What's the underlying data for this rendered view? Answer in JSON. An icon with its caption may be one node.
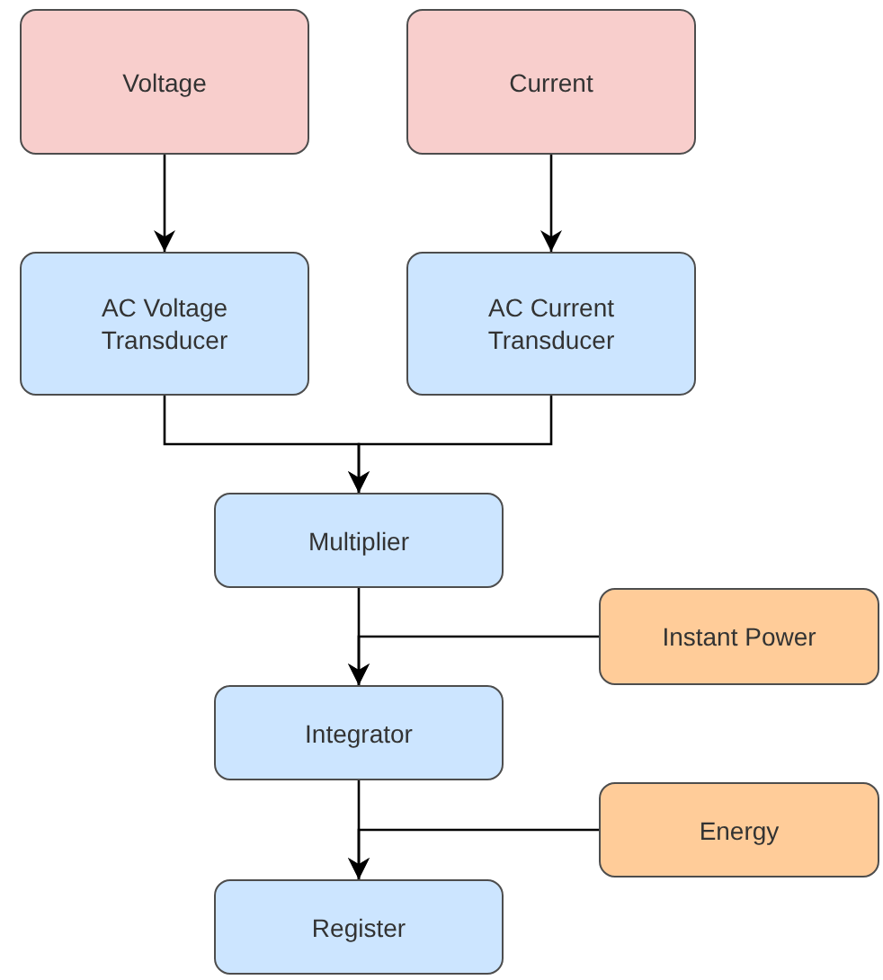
{
  "diagram": {
    "nodes": [
      {
        "text": [
          "Voltage"
        ]
      },
      {
        "text": [
          "Current"
        ]
      },
      {
        "text": [
          "AC Voltage Transducer"
        ]
      },
      {
        "text": [
          "AC Current Transducer"
        ]
      },
      {
        "text": [
          "Multiplier"
        ]
      },
      {
        "text": [
          "Instant Power"
        ]
      },
      {
        "text": [
          "Integrator"
        ]
      },
      {
        "text": [
          "Energy"
        ]
      },
      {
        "text": [
          "Register"
        ]
      }
    ],
    "edges": [
      {
        "from": 0,
        "to": 2,
        "arrow": "to"
      },
      {
        "from": 1,
        "to": 3,
        "arrow": "to"
      },
      {
        "from": 2,
        "to": 4,
        "arrow": "to"
      },
      {
        "from": 3,
        "to": 4,
        "arrow": "to"
      },
      {
        "from": 4,
        "to": 6,
        "arrow": "to"
      },
      {
        "from": 5,
        "to": 6,
        "arrow": "to"
      },
      {
        "from": 6,
        "to": 8,
        "arrow": "to"
      },
      {
        "from": 7,
        "to": 8,
        "arrow": "to"
      }
    ]
  }
}
